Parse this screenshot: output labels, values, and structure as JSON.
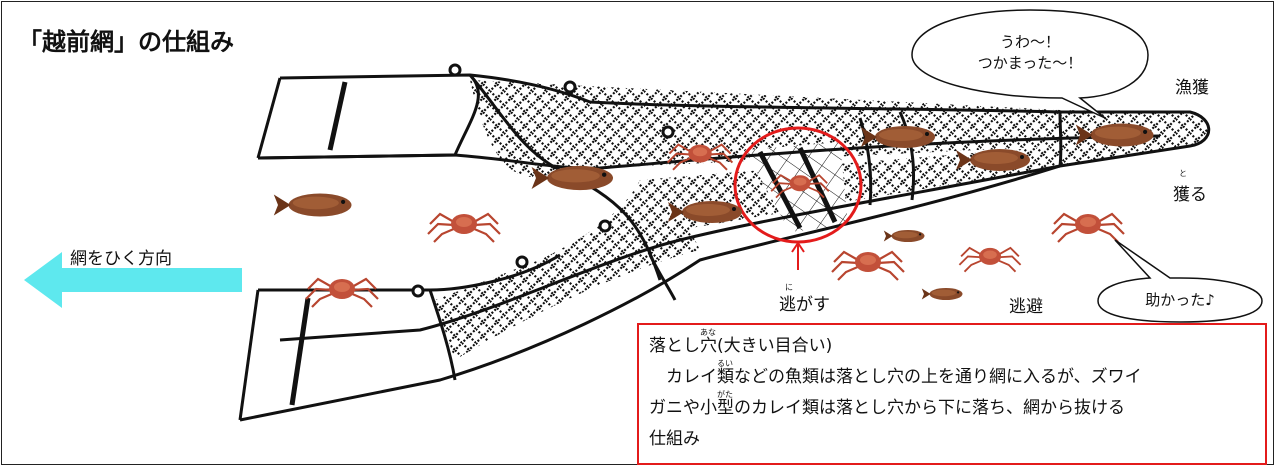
{
  "title": "「越前網」の仕組み",
  "labels": {
    "pull_direction": "網をひく方向",
    "escape_let": "逃がす",
    "escape_let_ruby": "に",
    "escape": "逃避",
    "catch_result": "漁獲",
    "catch_verb": "獲る",
    "catch_verb_ruby": "と"
  },
  "bubbles": {
    "caught": [
      "うわ〜！",
      "つかまった〜！"
    ],
    "saved": "助かった♪"
  },
  "info_box": {
    "heading_pre": "落とし",
    "heading_kanji": "穴",
    "heading_ruby": "あな",
    "heading_post": "(大きい目合い)",
    "line2_pre": "　カレイ",
    "line2_kanji": "類",
    "line2_ruby": "るい",
    "line2_post": "などの魚類は落とし穴の上を通り網に入るが、ズワイ",
    "line3_pre": "ガニや小",
    "line3_kanji": "型",
    "line3_ruby": "がた",
    "line3_post": "のカレイ類は落とし穴から下に落ち、網から抜ける",
    "line4": "仕組み"
  },
  "colors": {
    "arrow": "#5ee8ee",
    "highlight": "#e31b1b",
    "fish": "#8a4a2a",
    "crab": "#c2503a",
    "net": "#111111"
  },
  "icons": [
    "left-arrow-icon",
    "fish-icon",
    "crab-icon",
    "float-icon"
  ]
}
